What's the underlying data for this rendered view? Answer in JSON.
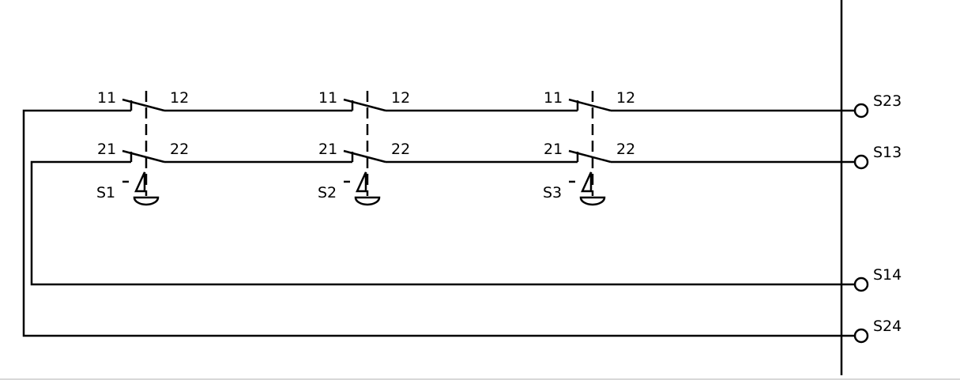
{
  "diagram": {
    "switches": [
      {
        "name": "S1",
        "contact1": {
          "in": "11",
          "out": "12"
        },
        "contact2": {
          "in": "21",
          "out": "22"
        }
      },
      {
        "name": "S2",
        "contact1": {
          "in": "11",
          "out": "12"
        },
        "contact2": {
          "in": "21",
          "out": "22"
        }
      },
      {
        "name": "S3",
        "contact1": {
          "in": "11",
          "out": "12"
        },
        "contact2": {
          "in": "21",
          "out": "22"
        }
      }
    ],
    "terminals": [
      "S23",
      "S13",
      "S14",
      "S24"
    ]
  }
}
